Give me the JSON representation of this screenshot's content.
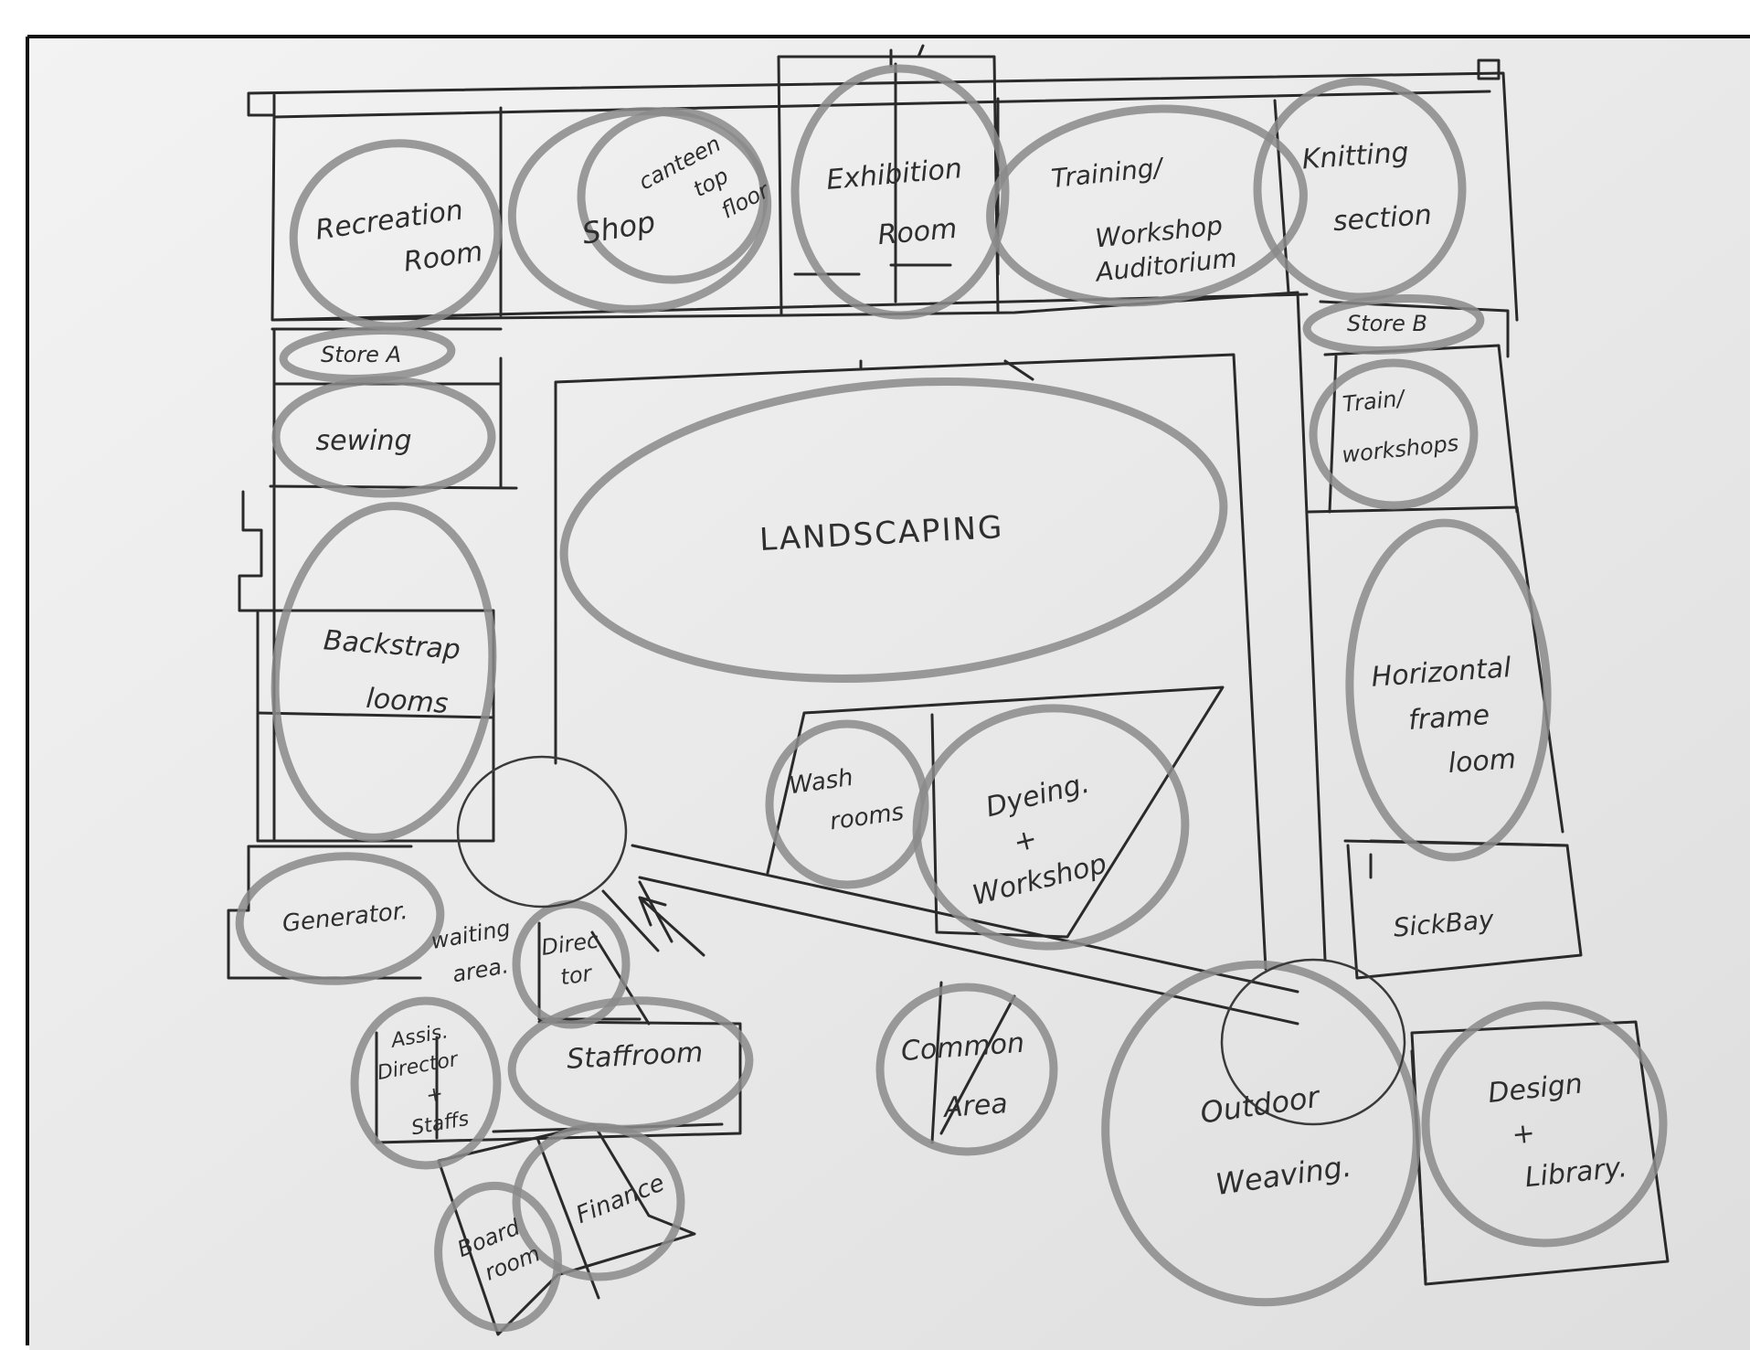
{
  "rooms": {
    "recreation": [
      "Recreation",
      "Room"
    ],
    "shop": "Shop",
    "canteen": [
      "canteen",
      "top",
      "floor"
    ],
    "exhibition": [
      "Exhibition",
      "Room"
    ],
    "training": [
      "Training/",
      "Workshop",
      "Auditorium"
    ],
    "knitting": [
      "Knitting",
      "section"
    ],
    "store_a": "Store A",
    "store_b": "Store B",
    "sewing": "sewing",
    "train_workshops": [
      "Train/",
      "workshops"
    ],
    "landscaping": "LANDSCAPING",
    "backstrap": [
      "Backstrap",
      "looms"
    ],
    "horizontal": [
      "Horizontal",
      "frame",
      "loom"
    ],
    "wash": [
      "Wash",
      "rooms"
    ],
    "dyeing": [
      "Dyeing.",
      "+",
      "Workshop"
    ],
    "sickbay": "SickBay",
    "generator": "Generator.",
    "waiting": [
      "waiting",
      "area."
    ],
    "director": [
      "Direc",
      "tor"
    ],
    "asst_director": [
      "Assis.",
      "Director",
      "+",
      "Staffs"
    ],
    "staffroom": "Staffroom",
    "common": [
      "Common",
      "Area"
    ],
    "outdoor": [
      "Outdoor",
      "Weaving."
    ],
    "design": [
      "Design",
      "+",
      "Library."
    ],
    "finance": "Finance",
    "board": [
      "Board",
      "room"
    ]
  },
  "colors": {
    "ink": "#2a2a2a",
    "bubble": "#8a8a8a",
    "paper": "#eeeeee",
    "frame": "#111111"
  }
}
